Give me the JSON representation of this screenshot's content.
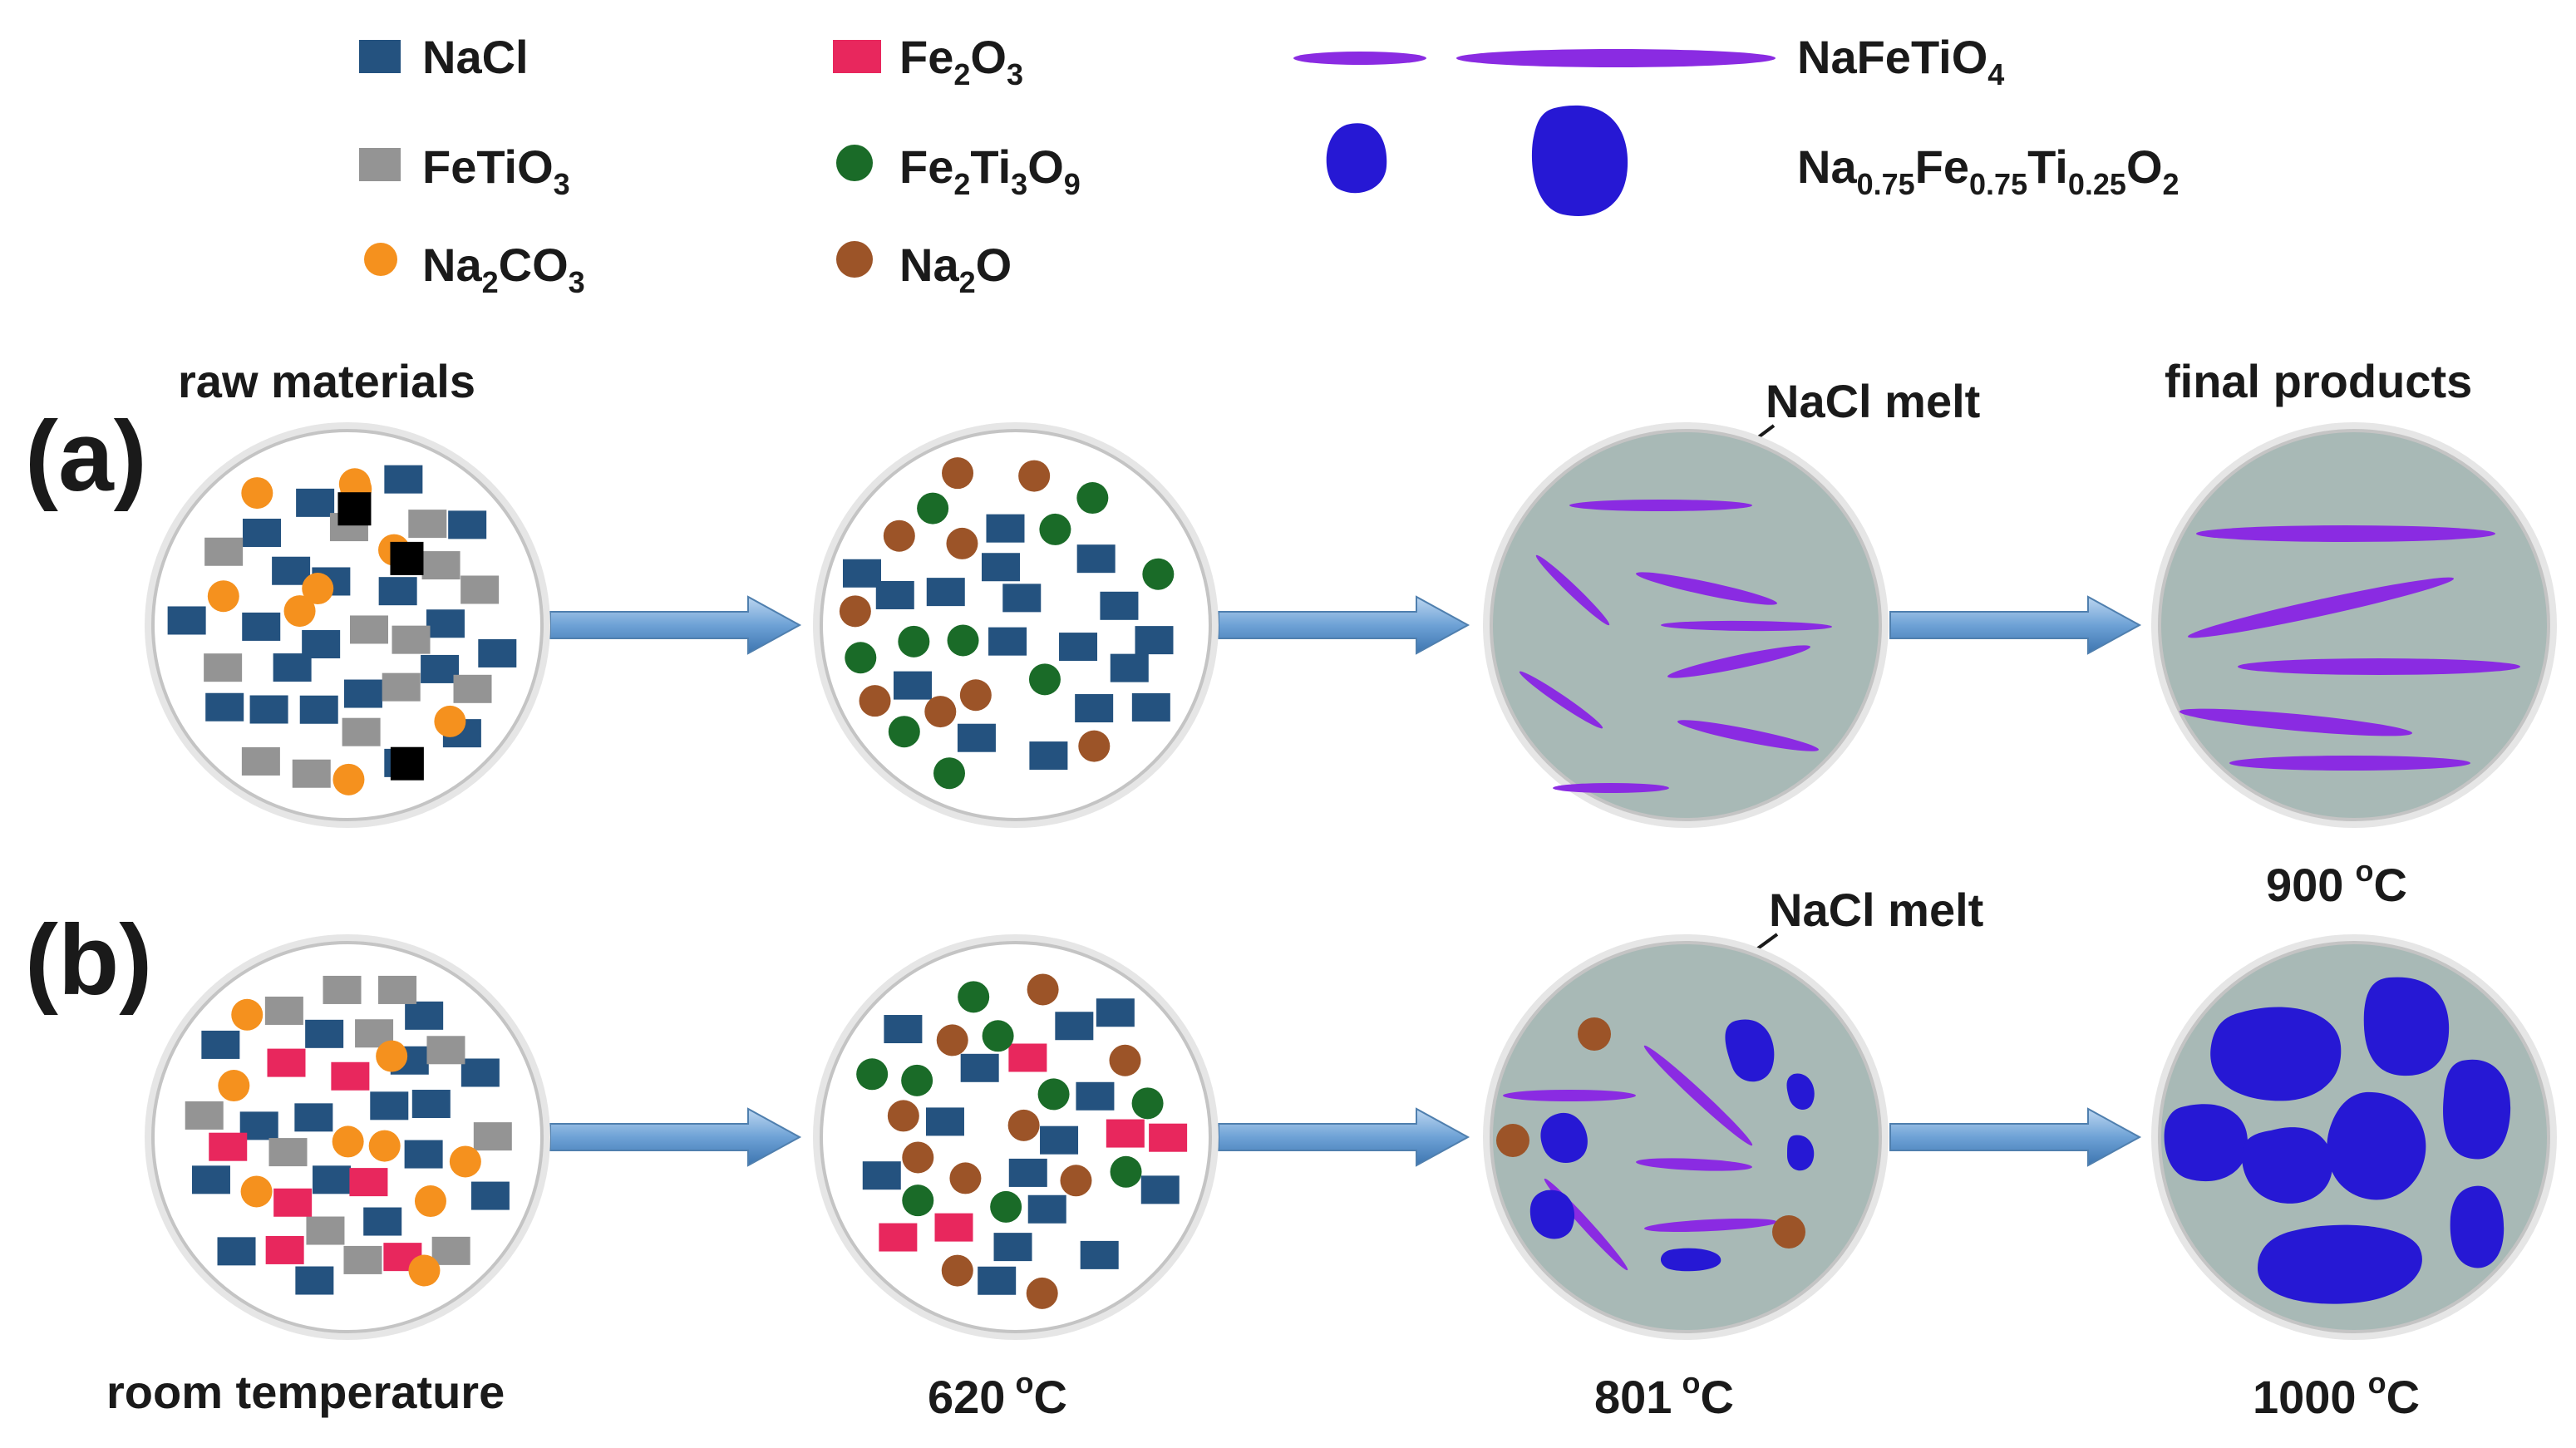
{
  "colors": {
    "nacl": "#24527f",
    "fetio3": "#949494",
    "na2co3": "#f5911e",
    "fe2o3": "#e8275d",
    "fe2ti3o9": "#1a6b28",
    "na2o": "#9c5428",
    "nafetio4": "#8a2be2",
    "na075": "#2618d4",
    "black": "#000000",
    "melt": "#a8b9b6",
    "arrow": "#6ea2d6",
    "circle_rim": "#c4c4c4"
  },
  "legend": {
    "nacl": "NaCl",
    "fetio3": {
      "base": "FeTiO",
      "sub": "3"
    },
    "na2co3": {
      "a": "Na",
      "s1": "2",
      "b": "CO",
      "s2": "3"
    },
    "fe2o3": {
      "a": "Fe",
      "s1": "2",
      "b": "O",
      "s2": "3"
    },
    "fe2ti3o9": {
      "a": "Fe",
      "s1": "2",
      "b": "Ti",
      "s2": "3",
      "c": "O",
      "s3": "9"
    },
    "na2o": {
      "a": "Na",
      "s1": "2",
      "b": "O"
    },
    "nafetio4": {
      "base": "NaFeTiO",
      "sub": "4"
    },
    "na075": {
      "a": "Na",
      "s1": "0.75",
      "b": "Fe",
      "s2": "0.75",
      "c": "Ti",
      "s3": "0.25",
      "d": "O",
      "s4": "2"
    }
  },
  "rows": {
    "a": {
      "label": "(a)"
    },
    "b": {
      "label": "(b)"
    }
  },
  "annotations": {
    "raw_materials": "raw materials",
    "final_products": "final products",
    "nacl_melt_a": "NaCl melt",
    "nacl_melt_b": "NaCl melt"
  },
  "temperatures": {
    "t0": "room temperature",
    "t1": {
      "value": "620",
      "deg": "o",
      "unit": "C"
    },
    "t2": {
      "value": "801",
      "deg": "o",
      "unit": "C"
    },
    "t3a": {
      "value": "900",
      "deg": "o",
      "unit": "C"
    },
    "t3b": {
      "value": "1000",
      "deg": "o",
      "unit": "C"
    }
  }
}
